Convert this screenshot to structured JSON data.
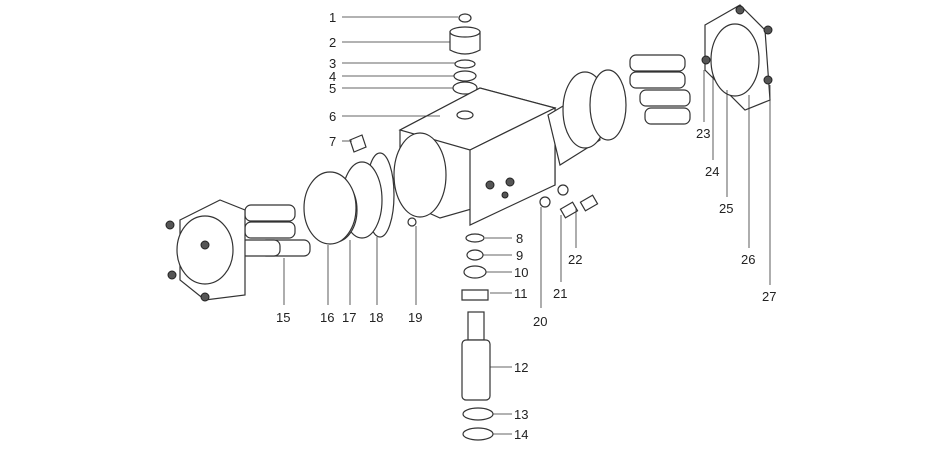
{
  "diagram": {
    "callouts": [
      {
        "num": "1"
      },
      {
        "num": "2"
      },
      {
        "num": "3"
      },
      {
        "num": "4"
      },
      {
        "num": "5"
      },
      {
        "num": "6"
      },
      {
        "num": "7"
      },
      {
        "num": "8"
      },
      {
        "num": "9"
      },
      {
        "num": "10"
      },
      {
        "num": "11"
      },
      {
        "num": "12"
      },
      {
        "num": "13"
      },
      {
        "num": "14"
      },
      {
        "num": "15"
      },
      {
        "num": "16"
      },
      {
        "num": "17"
      },
      {
        "num": "18"
      },
      {
        "num": "19"
      },
      {
        "num": "20"
      },
      {
        "num": "21"
      },
      {
        "num": "22"
      },
      {
        "num": "23"
      },
      {
        "num": "24"
      },
      {
        "num": "25"
      },
      {
        "num": "26"
      },
      {
        "num": "27"
      }
    ]
  }
}
